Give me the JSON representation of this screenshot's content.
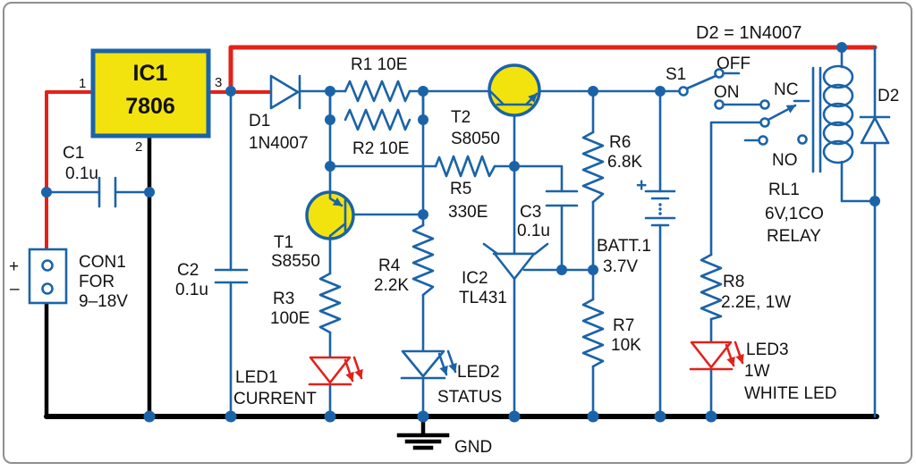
{
  "note_top": "D2 =  1N4007",
  "colors": {
    "signal_wire": "#1b63a8",
    "positive_rail": "#e32119",
    "ground_rail": "#000000",
    "component_fill": "#f2e30e",
    "label_text": "#111111",
    "frame_border": "#8f8f8f",
    "background": "#ffffff"
  },
  "components": {
    "ic1": {
      "ref": "IC1",
      "part": "7806",
      "pin_input": "1",
      "pin_ground": "2",
      "pin_output": "3"
    },
    "c1": {
      "ref": "C1",
      "value": "0.1u"
    },
    "con1": {
      "ref": "CON1",
      "desc_line1": "FOR",
      "desc_line2": "9–18V",
      "plus": "+",
      "minus": "–"
    },
    "c2": {
      "ref": "C2",
      "value": "0.1u"
    },
    "d1": {
      "ref": "D1",
      "value": "1N4007"
    },
    "r1": {
      "label": "R1 10E"
    },
    "r2": {
      "label": "R2 10E"
    },
    "t1": {
      "ref": "T1",
      "part": "S8550"
    },
    "t2": {
      "ref": "T2",
      "part": "S8050"
    },
    "r3": {
      "ref": "R3",
      "value": "100E"
    },
    "r4": {
      "ref": "R4",
      "value": "2.2K"
    },
    "r5": {
      "ref": "R5",
      "value": "330E"
    },
    "c3": {
      "ref": "C3",
      "value": "0.1u"
    },
    "ic2": {
      "ref": "IC2",
      "part": "TL431"
    },
    "r6": {
      "ref": "R6",
      "value": "6.8K"
    },
    "r7": {
      "ref": "R7",
      "value": "10K"
    },
    "batt1": {
      "ref": "BATT.1",
      "value": "3.7V",
      "plus": "+"
    },
    "s1": {
      "ref": "S1",
      "pos_off": "OFF",
      "pos_on": "ON"
    },
    "rl1": {
      "ref": "RL1",
      "value": "6V,1CO",
      "kind": "RELAY",
      "contact_nc": "NC",
      "contact_no": "NO"
    },
    "d2": {
      "ref": "D2"
    },
    "r8": {
      "ref": "R8",
      "value": "2.2E, 1W"
    },
    "led1": {
      "ref": "LED1",
      "function": "CURRENT"
    },
    "led2": {
      "ref": "LED2",
      "function": "STATUS"
    },
    "led3": {
      "ref": "LED3",
      "value": "1W",
      "kind": "WHITE LED"
    },
    "gnd": {
      "label": "GND"
    }
  }
}
